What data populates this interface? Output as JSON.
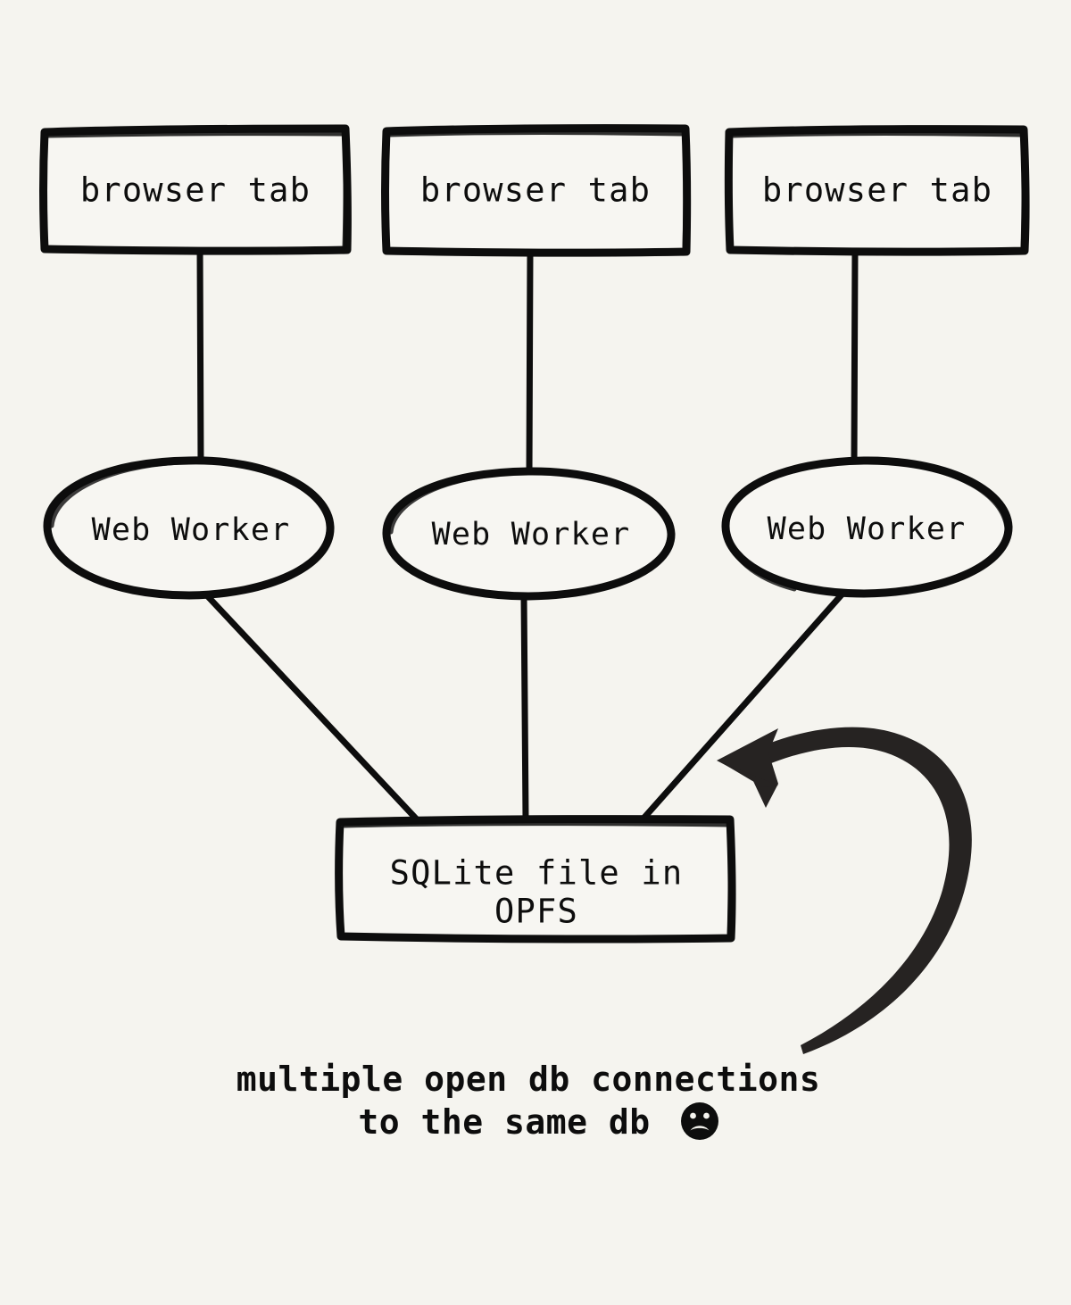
{
  "diagram": {
    "title": "Multiple browser tabs each with a Web Worker connecting to one SQLite file in OPFS",
    "background_color": "#f5f4ef",
    "stroke_color": "#0d0d0d",
    "tabs": [
      {
        "id": "tab-1",
        "label": "browser tab"
      },
      {
        "id": "tab-2",
        "label": "browser tab"
      },
      {
        "id": "tab-3",
        "label": "browser tab"
      }
    ],
    "workers": [
      {
        "id": "worker-1",
        "label": "Web Worker"
      },
      {
        "id": "worker-2",
        "label": "Web Worker"
      },
      {
        "id": "worker-3",
        "label": "Web Worker"
      }
    ],
    "store": {
      "id": "sqlite-opfs",
      "label_line1": "SQLite file in",
      "label_line2": "OPFS"
    },
    "annotation": {
      "line1": "multiple open db connections",
      "line2": "to the same db",
      "emoji": "frowning-face"
    }
  }
}
